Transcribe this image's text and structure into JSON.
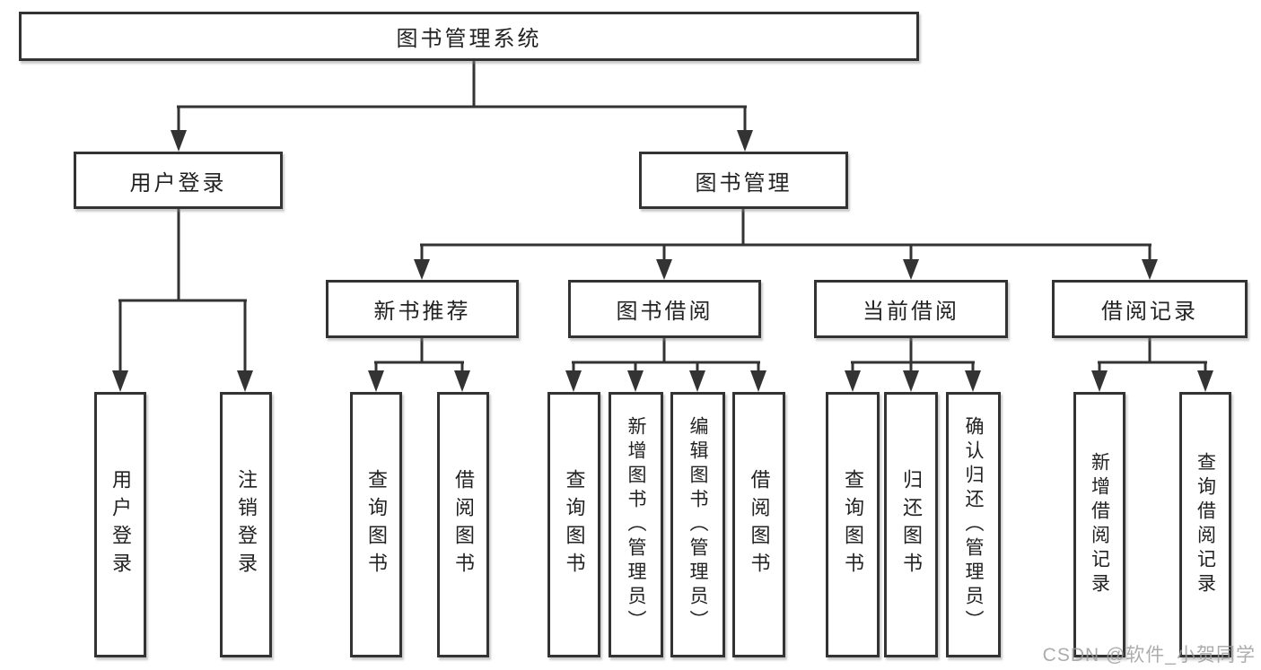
{
  "tree": {
    "root": "图书管理系统",
    "user_login": {
      "label": "用户登录",
      "children": [
        "用户登录",
        "注销登录"
      ]
    },
    "book_mgmt": {
      "label": "图书管理",
      "children": [
        {
          "label": "新书推荐",
          "children": [
            "查询图书",
            "借阅图书"
          ]
        },
        {
          "label": "图书借阅",
          "children": [
            "查询图书",
            "新增图书（管理员）",
            "编辑图书（管理员）",
            "借阅图书"
          ]
        },
        {
          "label": "当前借阅",
          "children": [
            "查询图书",
            "归还图书",
            "确认归还（管理员）"
          ]
        },
        {
          "label": "借阅记录",
          "children": [
            "新增借阅记录",
            "查询借阅记录"
          ]
        }
      ]
    }
  },
  "watermark": "CSDN @软件_小贺同学",
  "colors": {
    "line": "#333333",
    "box_border": "#333333",
    "text": "#222222",
    "background": "#ffffff",
    "watermark": "#9e9e9e"
  }
}
